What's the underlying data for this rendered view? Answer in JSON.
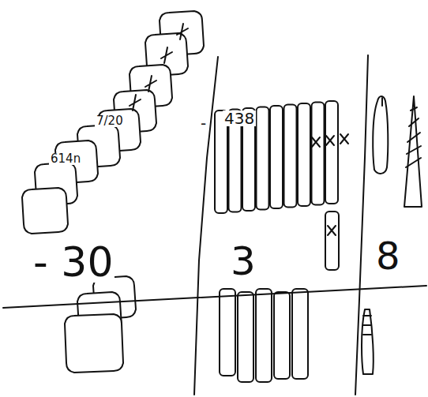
{
  "diagram": {
    "labels": [
      "7/20",
      "614n",
      "-",
      "438",
      "- 30",
      "3",
      "8"
    ]
  }
}
